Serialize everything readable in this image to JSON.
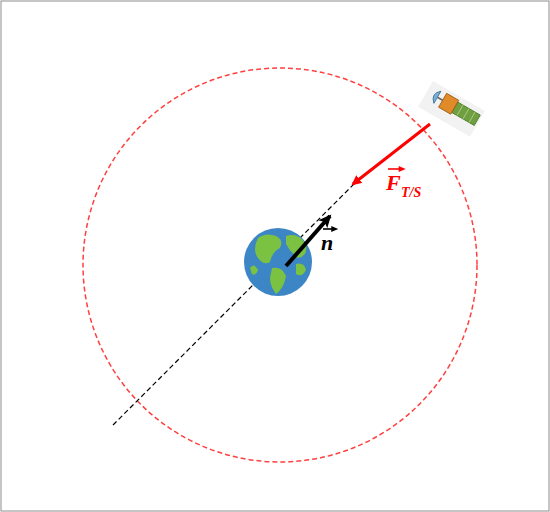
{
  "diagram": {
    "labels": [
      "F",
      "T/S",
      "n"
    ]
  }
}
